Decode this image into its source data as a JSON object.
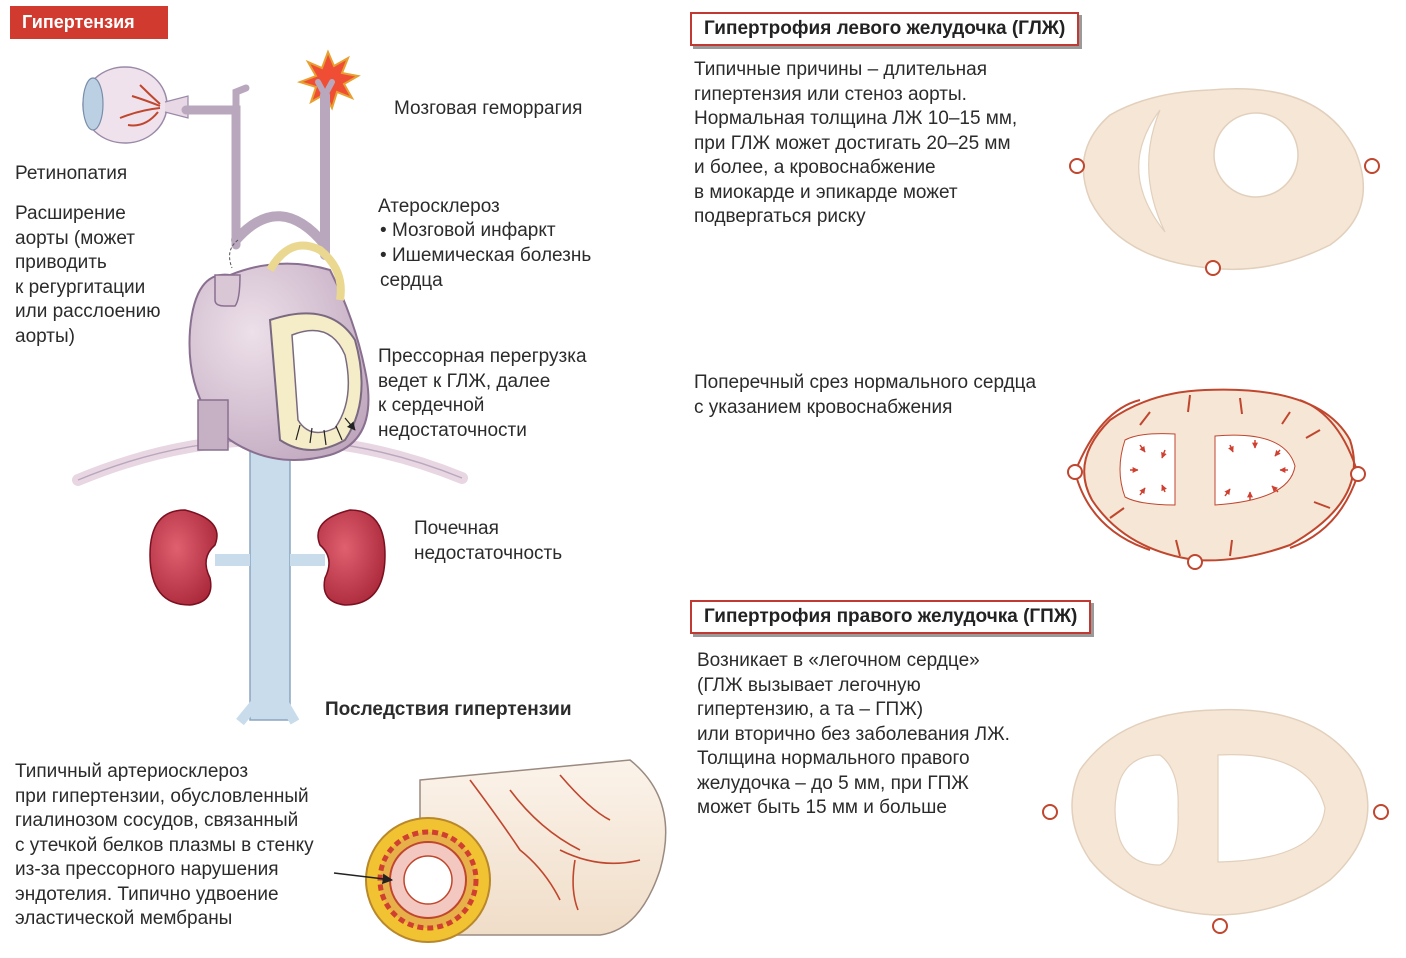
{
  "header": {
    "tag": "Гипертензия"
  },
  "left": {
    "brain_hemorrhage": "Мозговая геморрагия",
    "retinopathy": "Ретинопатия",
    "aorta": "Расширение\nаорты (может\nприводить\nк регургитации\nили расслоению\nаорты)",
    "athero_title": "Атеросклероз",
    "athero_items": [
      "Мозговой инфаркт",
      "Ишемическая болезнь\nсердца"
    ],
    "pressure": "Прессорная перегрузка\nведет к ГЛЖ, далее\nк сердечной\nнедостаточности",
    "renal": "Почечная\nнедостаточность",
    "consequences": "Последствия гипертензии",
    "arterio": "Типичный артериосклероз\nпри гипертензии, обусловленный\nгиалинозом сосудов, связанный\nс утечкой белков плазмы в стенку\nиз-за прессорного нарушения\nэндотелия. Типично удвоение\nэластической мембраны"
  },
  "right": {
    "lvh_title": "Гипертрофия левого желудочка (ГЛЖ)",
    "lvh_text": "Типичные причины – длительная\nгипертензия или стеноз аорты.\nНормальная толщина ЛЖ 10–15 мм,\nпри ГЛЖ может достигать 20–25 мм\nи более, а кровоснабжение\nв миокарде и эпикарде может\nподвергаться риску",
    "normal_text": "Поперечный срез нормального сердца\nс указанием кровоснабжения",
    "rvh_title": "Гипертрофия правого желудочка (ГПЖ)",
    "rvh_text": "Возникает в «легочном сердце»\n(ГЛЖ  вызывает легочную\nгипертензию, а та – ГПЖ)\nили вторично без заболевания ЛЖ.\nТолщина нормального правого\nжелудочка – до 5 мм, при ГПЖ\nможет быть 15 мм и больше"
  },
  "colors": {
    "red": "#c03a33",
    "vessel": "#c0462e",
    "tissue": "#f4e4d4",
    "heart": "#c9b2c4",
    "kidney": "#b8283a",
    "aorta_blue": "#c8dcec"
  }
}
